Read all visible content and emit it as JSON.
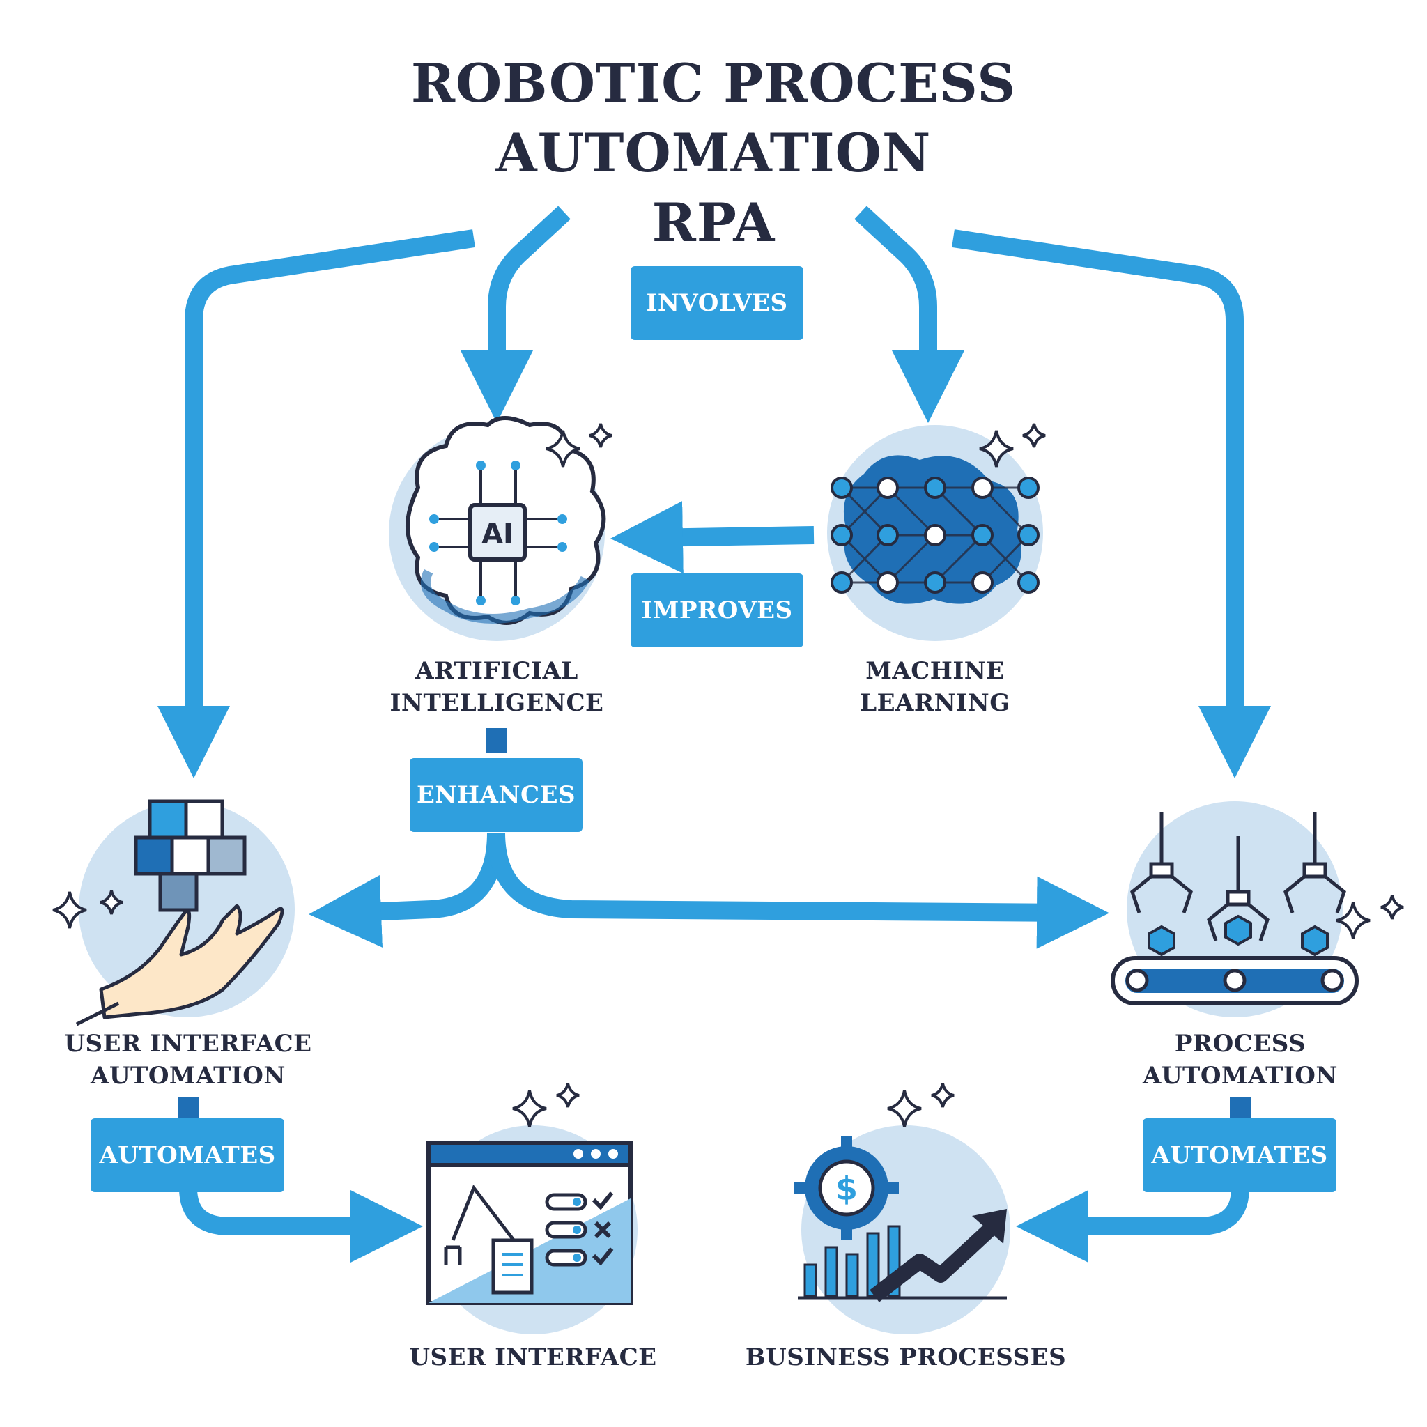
{
  "title": {
    "line1": "ROBOTIC PROCESS",
    "line2": "AUTOMATION",
    "line3": "RPA"
  },
  "relations": {
    "involves": "INVOLVES",
    "improves": "IMPROVES",
    "enhances": "ENHANCES",
    "automates_left": "AUTOMATES",
    "automates_right": "AUTOMATES"
  },
  "nodes": {
    "ai": {
      "line1": "ARTIFICIAL",
      "line2": "INTELLIGENCE",
      "chip_text": "AI",
      "icon": "brain-chip-icon"
    },
    "ml": {
      "line1": "MACHINE",
      "line2": "LEARNING",
      "icon": "neural-network-icon"
    },
    "ui_automation": {
      "line1": "USER INTERFACE",
      "line2": "AUTOMATION",
      "icon": "hand-cubes-icon"
    },
    "process_automation": {
      "line1": "PROCESS",
      "line2": "AUTOMATION",
      "icon": "robot-conveyor-icon"
    },
    "user_interface": {
      "line1": "USER INTERFACE",
      "icon": "robot-arm-window-icon"
    },
    "business_processes": {
      "line1": "BUSINESS PROCESSES",
      "icon": "dollar-gear-growth-icon"
    }
  },
  "colors": {
    "arrow": "#2f9fde",
    "dark_text": "#262b40",
    "circle_bg": "#cfe2f2",
    "accent_blue": "#1f6fb5"
  }
}
